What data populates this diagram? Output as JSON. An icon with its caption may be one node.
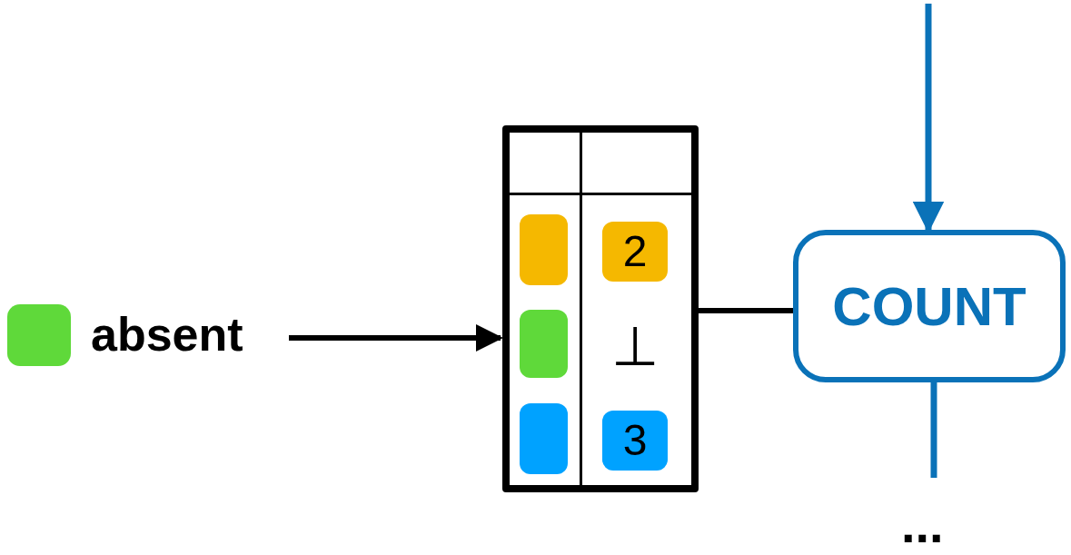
{
  "diagram": {
    "nodes": [
      {
        "text": [
          "absent"
        ]
      },
      {
        "text": [
          "2",
          "⊥",
          "3"
        ]
      },
      {
        "text": [
          "COUNT"
        ]
      }
    ],
    "edges": [
      {
        "from": 0,
        "to": 1,
        "arrow": "to"
      },
      {
        "from": 1,
        "to": 2,
        "arrow": "none"
      },
      {
        "from": null,
        "to": 2,
        "arrow": "to",
        "color": "#0a72b8"
      },
      {
        "from": 2,
        "to": null,
        "arrow": "none",
        "color": "#0a72b8"
      }
    ],
    "labels": [
      "..."
    ]
  }
}
